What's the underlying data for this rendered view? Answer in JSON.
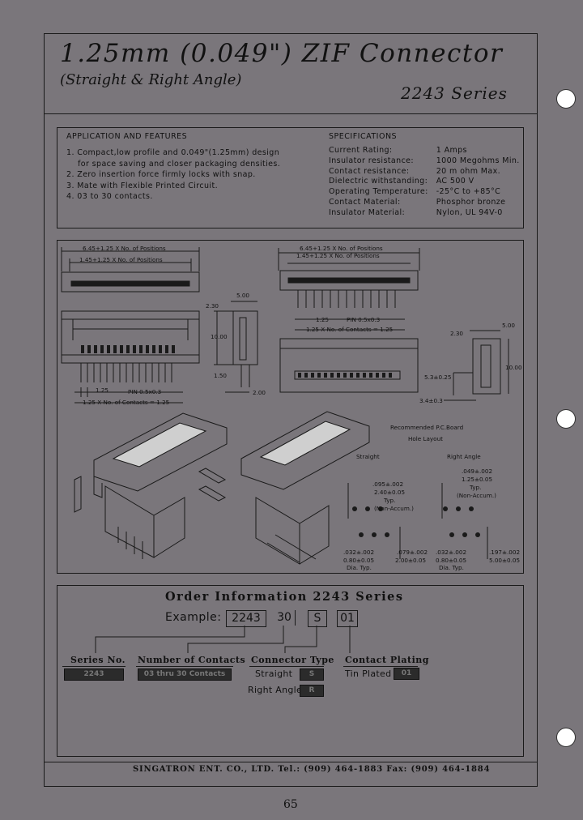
{
  "header": {
    "title": "1.25mm (0.049\") ZIF Connector",
    "subtitle": "(Straight & Right Angle)",
    "series": "2243 Series"
  },
  "features": {
    "heading": "APPLICATION AND FEATURES",
    "items": [
      "1. Compact,low profile and 0.049\"(1.25mm) design",
      "   for space saving and closer packaging densities.",
      "2. Zero insertion force firmly locks with snap.",
      "3. Mate with Flexible Printed Circuit.",
      "4. 03 to 30 contacts."
    ]
  },
  "specifications": {
    "heading": "SPECIFICATIONS",
    "rows": [
      {
        "label": "Current Rating:",
        "value": "1 Amps"
      },
      {
        "label": "Insulator resistance:",
        "value": "1000 Megohms Min."
      },
      {
        "label": "Contact resistance:",
        "value": "20 m ohm Max."
      },
      {
        "label": "Dielectric withstanding:",
        "value": "AC 500 V"
      },
      {
        "label": "Operating Temperature:",
        "value": "-25°C to +85°C"
      },
      {
        "label": "Contact Material:",
        "value": "Phosphor bronze"
      },
      {
        "label": "Insulator Material:",
        "value": "Nylon, UL 94V-0"
      }
    ]
  },
  "drawing": {
    "dim_a1": "6.45+1.25 X No. of Positions",
    "dim_b1": "1.45+1.25 X No. of Positions",
    "dim_a2": "6.45+1.25 X No. of Positions",
    "dim_b2": "1.45+1.25 X No. of Positions",
    "d_500a": "5.00",
    "d_230a": "2.30",
    "d_1000a": "10.00",
    "d_150": "1.50",
    "d_200": "2.00",
    "d_125a": "1.25",
    "pin_a": "PIN 0.5x0.3",
    "contacts_a": "1.25 X No. of Contacts = 1.25",
    "d_125b": "1.25",
    "pin_b": "PIN 0.5x0.3",
    "contacts_b": "1.25 X No. of Contacts = 1.25",
    "d_230b": "2.30",
    "d_500b": "5.00",
    "d_1000b": "10.00",
    "d_53": "5.3±0.25",
    "d_34": "3.4±0.3",
    "pcb_title1": "Recommended P.C.Board",
    "pcb_title2": "Hole Layout",
    "straight": "Straight",
    "right_angle": "Right Angle",
    "s_095": ".095±.002",
    "s_240": "2.40±0.05",
    "s_typ": "Typ.",
    "s_nonaccum": "(Non-Accum.)",
    "s_032": ".032±.002",
    "s_080": "0.80±0.05",
    "s_dia": "Dia. Typ.",
    "s_079": ".079±.002",
    "s_2": "2.00±0.05",
    "r_049": ".049±.002",
    "r_125": "1.25±0.05",
    "r_typ": "Typ.",
    "r_nonaccum": "(Non-Accum.)",
    "r_032": ".032±.002",
    "r_080": "0.80±0.05",
    "r_dia": "Dia. Typ.",
    "r_197": ".197±.002",
    "r_500": "5.00±0.05"
  },
  "order": {
    "title": "Order Information 2243 Series",
    "example_label": "Example:",
    "example_parts": [
      "2243",
      "30",
      "S",
      "01"
    ],
    "fields": {
      "series_no": {
        "title": "Series No.",
        "code": "2243"
      },
      "contacts": {
        "title": "Number of Contacts",
        "code": "03 thru 30 Contacts"
      },
      "connector_type": {
        "title": "Connector Type",
        "straight": "Straight",
        "straight_code": "S",
        "right": "Right Angle",
        "right_code": "R"
      },
      "plating": {
        "title": "Contact Plating",
        "tin": "Tin Plated",
        "tin_code": "01"
      }
    }
  },
  "footer": {
    "company": "SINGATRON ENT. CO., LTD. Tel.: (909) 464-1883 Fax: (909) 464-1884",
    "page_number": "65"
  }
}
